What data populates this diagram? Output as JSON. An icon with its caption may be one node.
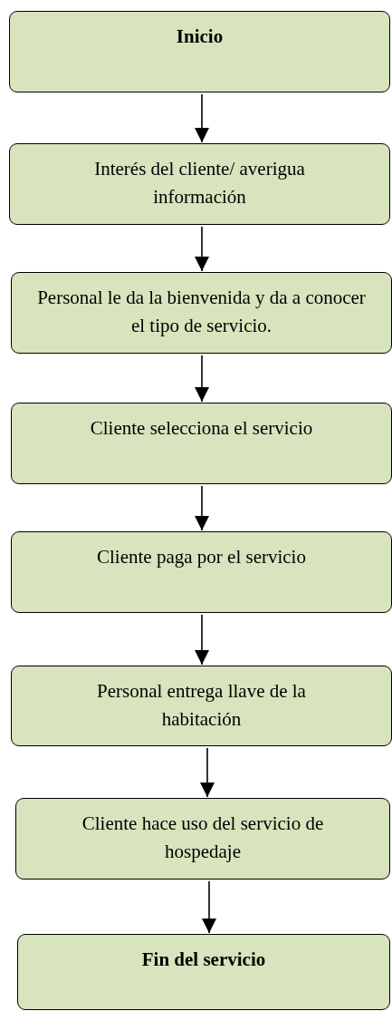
{
  "diagram": {
    "nodes": [
      {
        "text": [
          "Inicio"
        ]
      },
      {
        "text": [
          "Interés del cliente/ averigua información"
        ]
      },
      {
        "text": [
          "Personal le da la bienvenida y da a conocer el tipo de servicio."
        ]
      },
      {
        "text": [
          "Cliente selecciona el servicio"
        ]
      },
      {
        "text": [
          "Cliente paga por el servicio"
        ]
      },
      {
        "text": [
          "Personal entrega llave de la habitación"
        ]
      },
      {
        "text": [
          "Cliente hace uso del servicio de hospedaje"
        ]
      },
      {
        "text": [
          "Fin del servicio"
        ]
      }
    ],
    "edges": [
      {
        "from": 0,
        "to": 1,
        "arrow": "to"
      },
      {
        "from": 1,
        "to": 2,
        "arrow": "to"
      },
      {
        "from": 2,
        "to": 3,
        "arrow": "to"
      },
      {
        "from": 3,
        "to": 4,
        "arrow": "to"
      },
      {
        "from": 4,
        "to": 5,
        "arrow": "to"
      },
      {
        "from": 5,
        "to": 6,
        "arrow": "to"
      },
      {
        "from": 6,
        "to": 7,
        "arrow": "to"
      }
    ]
  }
}
